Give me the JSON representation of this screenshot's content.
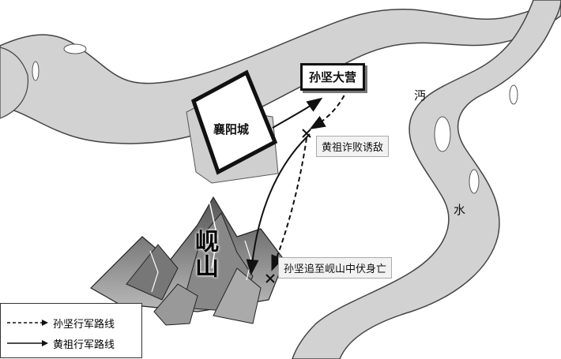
{
  "map": {
    "city": "襄阳城",
    "camp": "孙坚大营",
    "ambush_text": "黄祖诈败诱敌",
    "death_text": "孙坚追至岘山中伏身亡",
    "mountain": "岘山",
    "river_char_1": "沔",
    "river_char_2": "水"
  },
  "legend": {
    "items": [
      {
        "label": "孙坚行军路线",
        "style": "dashed"
      },
      {
        "label": "黄祖行军路线",
        "style": "solid"
      }
    ]
  },
  "colors": {
    "river": "#d0d0d0",
    "river_outline": "#555555",
    "ink": "#111111"
  }
}
